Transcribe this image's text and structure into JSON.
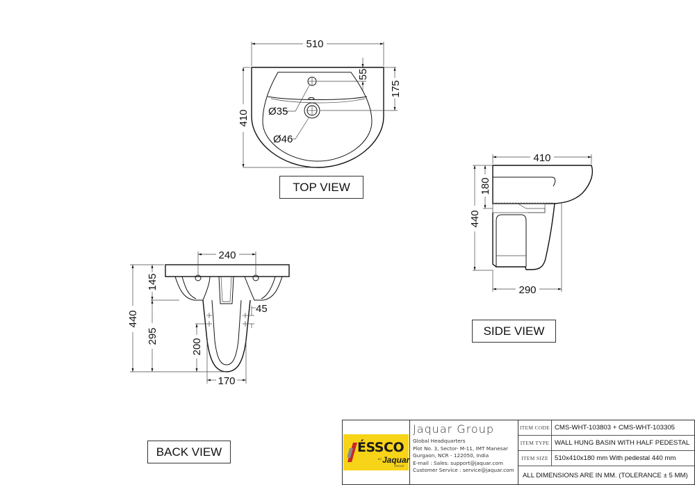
{
  "drawing": {
    "top_view": {
      "label": "TOP VIEW",
      "dimensions": {
        "width": "510",
        "depth": "410",
        "tap_hole_offset": "55",
        "drain_offset": "175",
        "tap_hole_diameter": "Ø35",
        "drain_diameter": "Ø46"
      }
    },
    "side_view": {
      "label": "SIDE VIEW",
      "dimensions": {
        "basin_depth": "410",
        "basin_height": "180",
        "total_height": "440",
        "pedestal_depth": "290"
      }
    },
    "back_view": {
      "label": "BACK VIEW",
      "dimensions": {
        "hole_spacing": "240",
        "basin_height": "145",
        "total_height": "440",
        "pedestal_height": "295",
        "fixing_spacing": "45",
        "fixing_height": "200",
        "pedestal_width": "170"
      }
    }
  },
  "title_block": {
    "logo": {
      "brand": "ÉSSCO",
      "by": "BY",
      "parent": "Jaquar",
      "parent_sub": "GROUP",
      "colors": {
        "background": "#f7d417",
        "text": "#1a1a1a",
        "stripe_red": "#c8262c",
        "stripe_gray": "#8a8a8a"
      }
    },
    "company": {
      "name": "Jaquar Group",
      "address_lines": [
        "Global Headquarters",
        "Plot No. 3, Sector- M-11, IMT Manesar",
        "Gurgaon, NCR - 122050, India",
        "E-mail : Sales: support@jaquar.com",
        "Customer Service : service@jaquar.com"
      ]
    },
    "items": [
      {
        "key": "ITEM CODE",
        "value": "CMS-WHT-103803 + CMS-WHT-103305"
      },
      {
        "key": "ITEM TYPE",
        "value": "WALL HUNG BASIN WITH HALF PEDESTAL"
      },
      {
        "key": "ITEM SIZE",
        "value": "510x410x180 mm With pedestal 440 mm"
      }
    ],
    "note": "ALL DIMENSIONS ARE IN MM. (TOLERANCE ± 5 MM)"
  }
}
